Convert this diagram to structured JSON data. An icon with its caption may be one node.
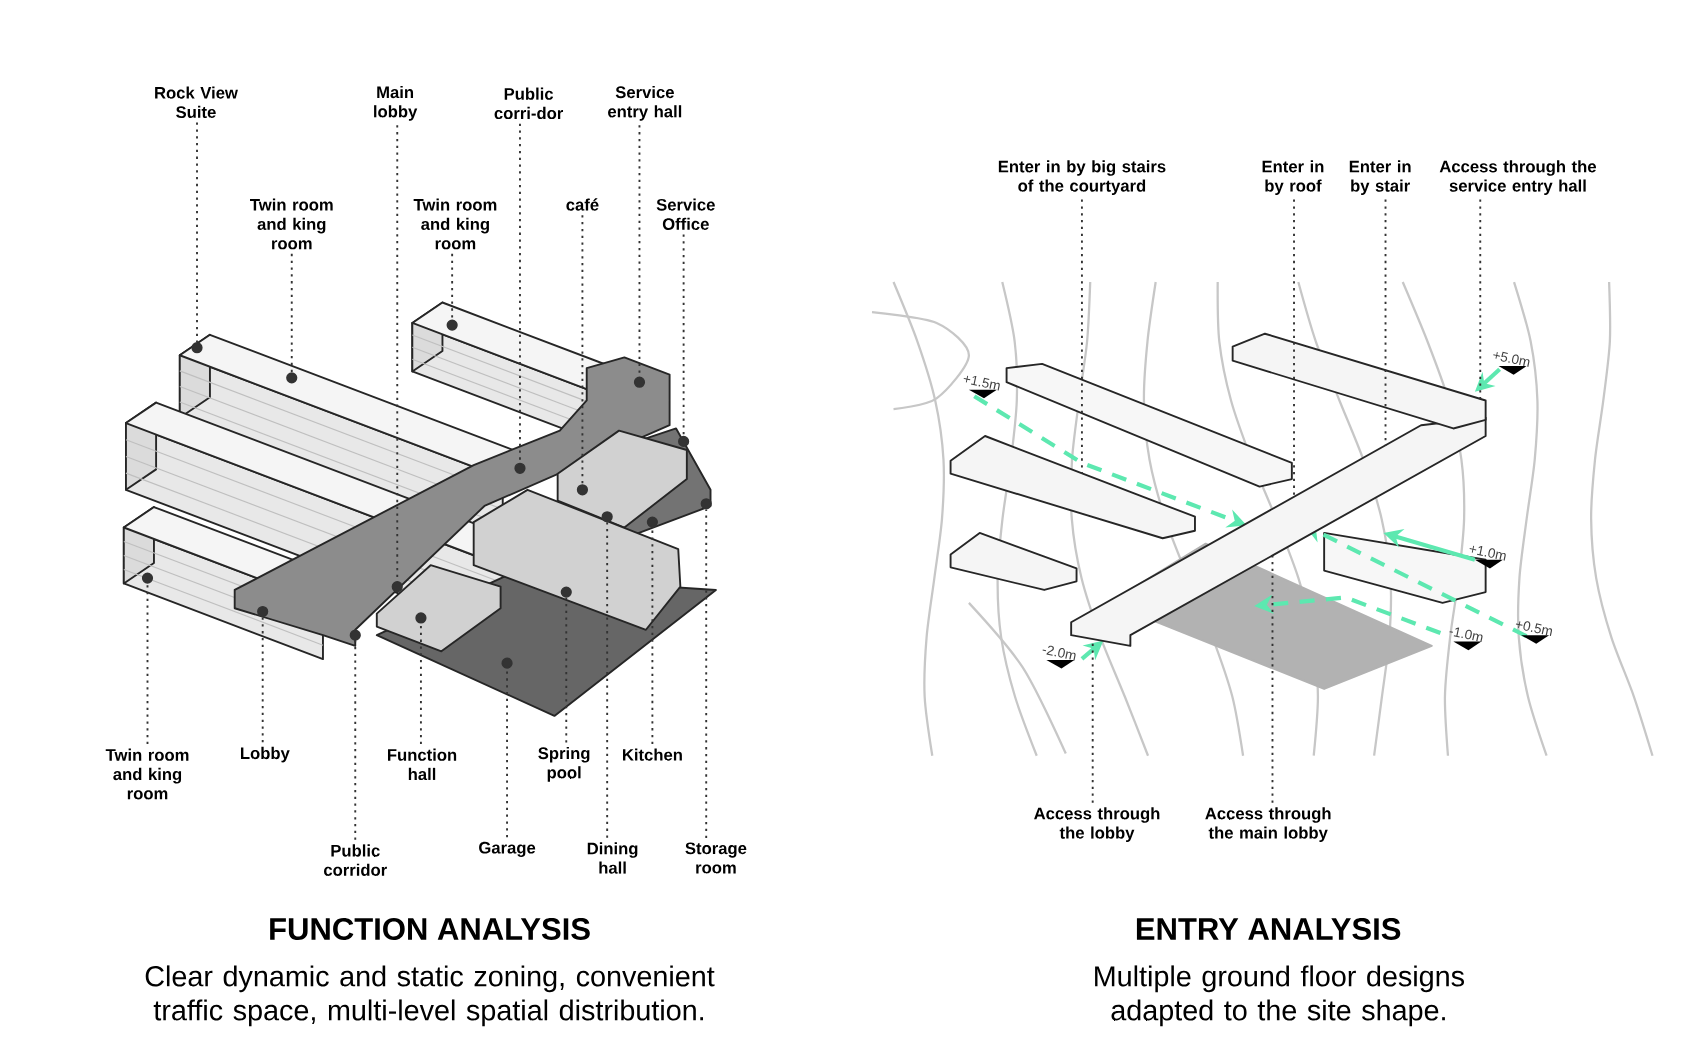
{
  "diagram": {
    "nodes": [
      {
        "text": [
          "Rock View Suite"
        ]
      },
      {
        "text": [
          "Main lobby"
        ]
      },
      {
        "text": [
          "Public corri-dor"
        ]
      },
      {
        "text": [
          "Service entry hall"
        ]
      },
      {
        "text": [
          "Twin room and king room"
        ]
      },
      {
        "text": [
          "Twin room and king room"
        ]
      },
      {
        "text": [
          "café"
        ]
      },
      {
        "text": [
          "Service Office"
        ]
      },
      {
        "text": [
          "Twin room and king room"
        ]
      },
      {
        "text": [
          "Lobby"
        ]
      },
      {
        "text": [
          "Function hall"
        ]
      },
      {
        "text": [
          "Spring pool"
        ]
      },
      {
        "text": [
          "Kitchen"
        ]
      },
      {
        "text": [
          "Public corridor"
        ]
      },
      {
        "text": [
          "Garage"
        ]
      },
      {
        "text": [
          "Dining hall"
        ]
      },
      {
        "text": [
          "Storage room"
        ]
      },
      {
        "text": [
          "Enter in by big stairs of the courtyard"
        ]
      },
      {
        "text": [
          "Enter in by roof"
        ]
      },
      {
        "text": [
          "Enter in by stair"
        ]
      },
      {
        "text": [
          "Access through the service entry hall"
        ]
      },
      {
        "text": [
          "Access through the lobby"
        ]
      },
      {
        "text": [
          "Access through the main lobby"
        ]
      },
      {
        "text": [],
        "shape": "circle"
      },
      {
        "text": [],
        "shape": "circle"
      },
      {
        "text": [],
        "shape": "circle"
      },
      {
        "text": [],
        "shape": "circle"
      },
      {
        "text": [],
        "shape": "circle"
      },
      {
        "text": [],
        "shape": "circle"
      },
      {
        "text": [],
        "shape": "circle"
      },
      {
        "text": [],
        "shape": "circle"
      },
      {
        "text": [],
        "shape": "circle"
      },
      {
        "text": [],
        "shape": "circle"
      },
      {
        "text": [],
        "shape": "circle"
      },
      {
        "text": [],
        "shape": "circle"
      },
      {
        "text": [],
        "shape": "circle"
      },
      {
        "text": [],
        "shape": "circle"
      },
      {
        "text": [],
        "shape": "circle"
      },
      {
        "text": [],
        "shape": "circle"
      },
      {
        "text": [],
        "shape": "circle"
      },
      {
        "text": [],
        "shape": "box"
      },
      {
        "text": [],
        "shape": "box"
      },
      {
        "text": [],
        "shape": "box"
      },
      {
        "text": [],
        "shape": "box"
      }
    ],
    "edges": [
      {
        "from": 0,
        "to": 24,
        "arrow": "none"
      },
      {
        "from": 1,
        "to": 30,
        "arrow": "none"
      },
      {
        "from": 2,
        "to": 34,
        "arrow": "none"
      },
      {
        "from": 3,
        "to": 37,
        "arrow": "none"
      },
      {
        "from": 4,
        "to": 26,
        "arrow": "none"
      },
      {
        "from": 5,
        "to": 31,
        "arrow": "none"
      },
      {
        "from": 6,
        "to": 33,
        "arrow": "none"
      },
      {
        "from": 7,
        "to": 38,
        "arrow": "none"
      },
      {
        "from": 8,
        "to": 23,
        "arrow": "none"
      },
      {
        "from": 9,
        "to": 25,
        "arrow": "none"
      },
      {
        "from": 10,
        "to": 29,
        "arrow": "none"
      },
      {
        "from": 11,
        "to": 32,
        "arrow": "none"
      },
      {
        "from": 12,
        "to": 36,
        "arrow": "none"
      },
      {
        "from": 13,
        "to": 27,
        "arrow": "none"
      },
      {
        "from": 14,
        "to": 28,
        "arrow": "none"
      },
      {
        "from": 15,
        "to": 35,
        "arrow": "none"
      },
      {
        "from": 16,
        "to": 39,
        "arrow": "none"
      },
      {
        "from": 17,
        "to": 40,
        "arrow": "none"
      },
      {
        "from": 18,
        "to": 41,
        "arrow": "none"
      },
      {
        "from": 19,
        "to": 41,
        "arrow": "none"
      },
      {
        "from": 20,
        "to": 42,
        "arrow": "none"
      },
      {
        "from": 21,
        "to": 41,
        "arrow": "none"
      },
      {
        "from": 22,
        "to": 41,
        "arrow": "none"
      }
    ],
    "labels": [
      "+5.0m",
      "+1.5m",
      "+1.0m",
      "+0.5m",
      "-1.0m",
      "-2.0m",
      "FUNCTION ANALYSIS",
      "ENTRY ANALYSIS",
      "Clear dynamic and static zoning, convenient traffic space, multi-level spatial distribution.",
      "Multiple ground floor designs adapted to the site shape."
    ]
  }
}
